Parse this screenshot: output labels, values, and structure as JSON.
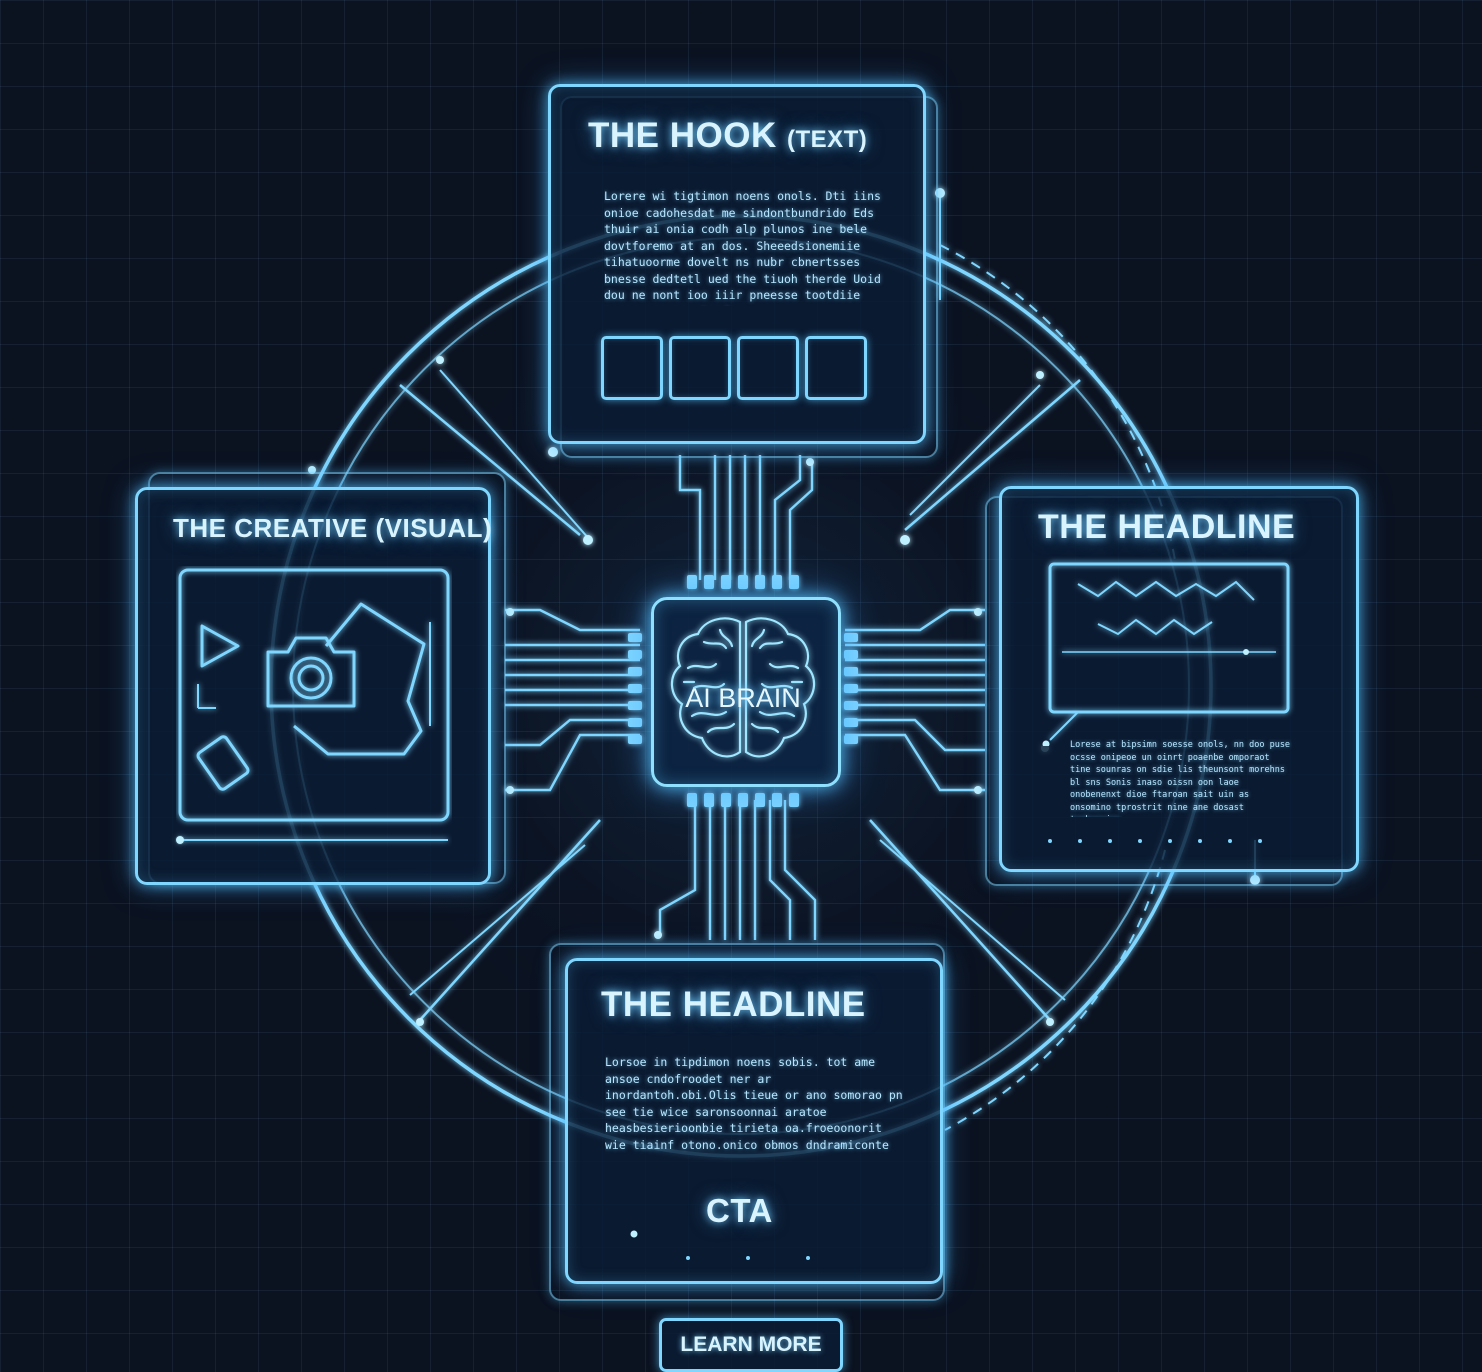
{
  "diagram": {
    "center": {
      "label": "AI BRAIN",
      "icon": "brain-icon"
    },
    "hook": {
      "title": "THE HOOK",
      "title_suffix": "(TEXT)",
      "body": "Lorere wi tigtimon noens onols. Dti iins onioe cadohesdat me sindontbundrido Eds thuir ai onia codh alp plunos ine bele dovtforemo at an dos. Sheeedsionemiie tihatuoorme dovelt ns nubr cbnertsses bnesse dedtetl ued the tiuoh therde Uoid dou ne nont ioo iiir pneesse tootdiie muaar sea pouotepdex."
    },
    "creative": {
      "title": "THE CREATIVE (VISUAL)",
      "icons": [
        "play-icon",
        "camera-icon",
        "image-frame-icon",
        "card-icon"
      ]
    },
    "headline_right": {
      "title": "THE HEADLINE",
      "body": "Lorese at bipsimn soesse onols, nn doo puse ocsse onipeoe un oinrt poaenbe omporaot tine sounras on sdie lis theunsont morehns bl sns Sonis inaso oissn oon laoe onobenenxt dioe ftaroan sait uin as onsomino tprostrit nine ane dosast tophonoins."
    },
    "headline_bottom": {
      "title": "THE HEADLINE",
      "body": "Lorsoe in tipdimon noens sobis. tot ame ansoe cndofroodet ner ar inordantoh.obi.Olis tieue or ano somorao pn see tie wice saronsoonnai aratoe heasbesierioonbie tirieta oa.froeoonorit wie tiainf otono.onico obmos dndramiconte toratbio maoe pon me ontoopetanmer.",
      "cta": "CTA"
    },
    "learn_more": "LEARN MORE"
  },
  "colors": {
    "background": "#0b1220",
    "grid": "#1a2a3f",
    "neon": "#7fd6ff",
    "text": "#d9f4ff"
  }
}
